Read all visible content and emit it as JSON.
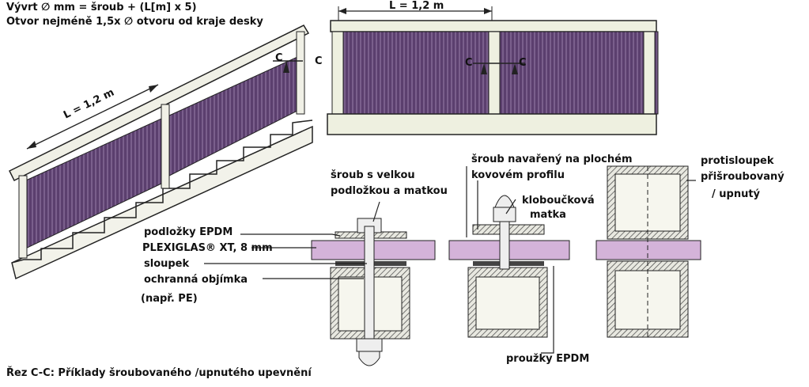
{
  "header": {
    "formula": "Vývrt ∅ mm = šroub + (L[m] x 5)",
    "edge_rule": "Otvor nejméně 1,5x ∅ otvoru od kraje desky"
  },
  "stair_view": {
    "length_label": "L = 1,2 m",
    "section_mark": "C",
    "section_mark_2": "C"
  },
  "front_view": {
    "length_label": "L = 1,2 m",
    "section_mark": "C",
    "section_mark_2": "C"
  },
  "detail_1": {
    "bolt_label_1": "šroub s velkou",
    "bolt_label_2": "podložkou a matkou",
    "epdm_washers": "podložky EPDM",
    "plexiglas": "PLEXIGLAS® XT, 8 mm",
    "post": "sloupek",
    "sleeve_1": "ochranná objímka",
    "sleeve_2": "(např. PE)"
  },
  "detail_2": {
    "bolt_label_1": "šroub navařený na plochém",
    "bolt_label_2": "kovovém profilu",
    "cap_nut_1": "kloboučková",
    "cap_nut_2": "matka",
    "epdm_strips": "proužky EPDM"
  },
  "detail_3": {
    "counter_post_1": "protisloupek",
    "counter_post_2": "přišroubovaný",
    "counter_post_3": "/ upnutý"
  },
  "caption": "Řez C-C: Příklady šroubovaného /upnutého upevnění",
  "colors": {
    "plexiglas": "#d4b3d9",
    "panel": "#5b3f6e",
    "frame": "#eef0e0",
    "outline": "#222222"
  }
}
